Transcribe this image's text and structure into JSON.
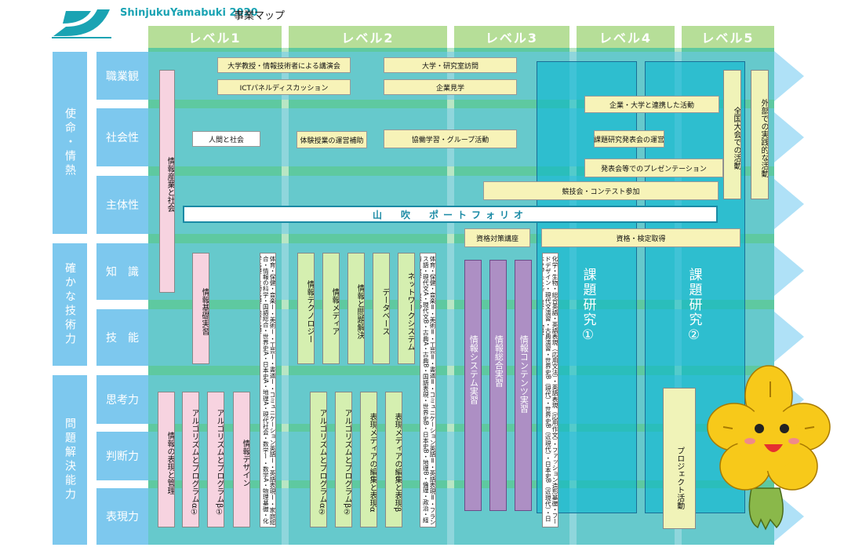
{
  "header": {
    "title": "ShinjukuYamabuki 2020",
    "subtitle": "事業マップ"
  },
  "levels": [
    "レベル1",
    "レベル2",
    "レベル3",
    "レベル4",
    "レベル5"
  ],
  "categories_big": [
    "使命・情熱",
    "確かな技術力",
    "問題解決能力"
  ],
  "categories_small": [
    "職業観",
    "社会性",
    "主体性",
    "知　識",
    "技　能",
    "思考力",
    "判断力",
    "表現力"
  ],
  "portfolio": "山　吹　ポートフォリオ",
  "boxes": {
    "lecture": "大学教授・情報技術者による講演会",
    "ict_panel": "ICTパネルディスカッション",
    "univ_visit": "大学・研究室訪問",
    "company_visit": "企業見学",
    "ningen": "人間と社会",
    "taiken": "体験授業の運営補助",
    "kyodo": "協働学習・グループ活動",
    "kigyo_renkei": "企業・大学と連携した活動",
    "kadai_happyo": "課題研究発表会の運営",
    "happyokai": "発表会等でのプレゼンテーション",
    "kyogikai": "競技会・コンテスト参加",
    "shikaku_taisaku": "資格対策講座",
    "shikaku_kentei": "資格・検定取得",
    "zenkoku": "全国大会での活動",
    "gaibu": "外部での実践的な活動",
    "joho_sangyo": "情報産業と社会",
    "joho_kiso": "情報基礎実習",
    "joho_hyogen": "情報の表現と管理",
    "algo_a1": "アルゴリズムとプログラムα①",
    "algo_b1": "アルゴリズムとプログラムβ①",
    "joho_design": "情報デザイン",
    "futsu1": "体育・保健・音楽Ⅰ・美術Ⅰ・工芸Ⅰ・書道Ⅰ・コミュニケーション英語Ⅰ・英語表現Ⅰ・家庭総合・情報の科学・国語総合・世界史A・日本史A・地理A・現代社会・数学Ⅰ・数学A・物理基礎・化学基礎・生物基礎・地学基礎",
    "joho_tech": "情報テクノロジー",
    "joho_media": "情報メディア",
    "joho_mondai": "情報と問題解決",
    "database": "データベース",
    "network": "ネットワークシステム",
    "algo_a2": "アルゴリズムとプログラムα②",
    "algo_b2": "アルゴリズムとプログラムβ②",
    "hyogen_a": "表現メディアの編集と表現α",
    "hyogen_b": "表現メディアの編集と表現β",
    "futsu2": "体育・保健・音楽Ⅱ・美術Ⅱ・工芸Ⅱ・書道Ⅱ・コミュニケーション英語Ⅱ・英語表現Ⅱ・フランス語・現代文A・現代文B・古典A・古典B・国語表現・世界史B・日本史B・地理B・倫理・政治・経済・数学Ⅱ・数学B",
    "joho_system": "情報システム実習",
    "joho_sogo": "情報総合実習",
    "joho_contents": "情報コンテンツ実習",
    "futsu3": "化学・生物・総合英語・英語表現（応用文法）・英語表現（応用作文）・ファッション造形基礎・フードデザイン・現代文演習・古典演習・世界史B（現代）・世界史B（近現代）・日本史B（近現代）・日本史B（文化）・数学Ⅲ・物理",
    "kadai1": "課題研究①",
    "kadai2": "課題研究②",
    "project": "プロジェクト活動"
  },
  "colors": {
    "grid": "#5ec9a0",
    "level_header": "#b6de98",
    "category": "#7dc8ee",
    "title": "#1aa3b3",
    "purple": "#ad8fc4",
    "pink": "#f7d3e0",
    "yellow": "#f0f3b8"
  },
  "icons": [
    "logo-icon",
    "mascot-icon"
  ]
}
